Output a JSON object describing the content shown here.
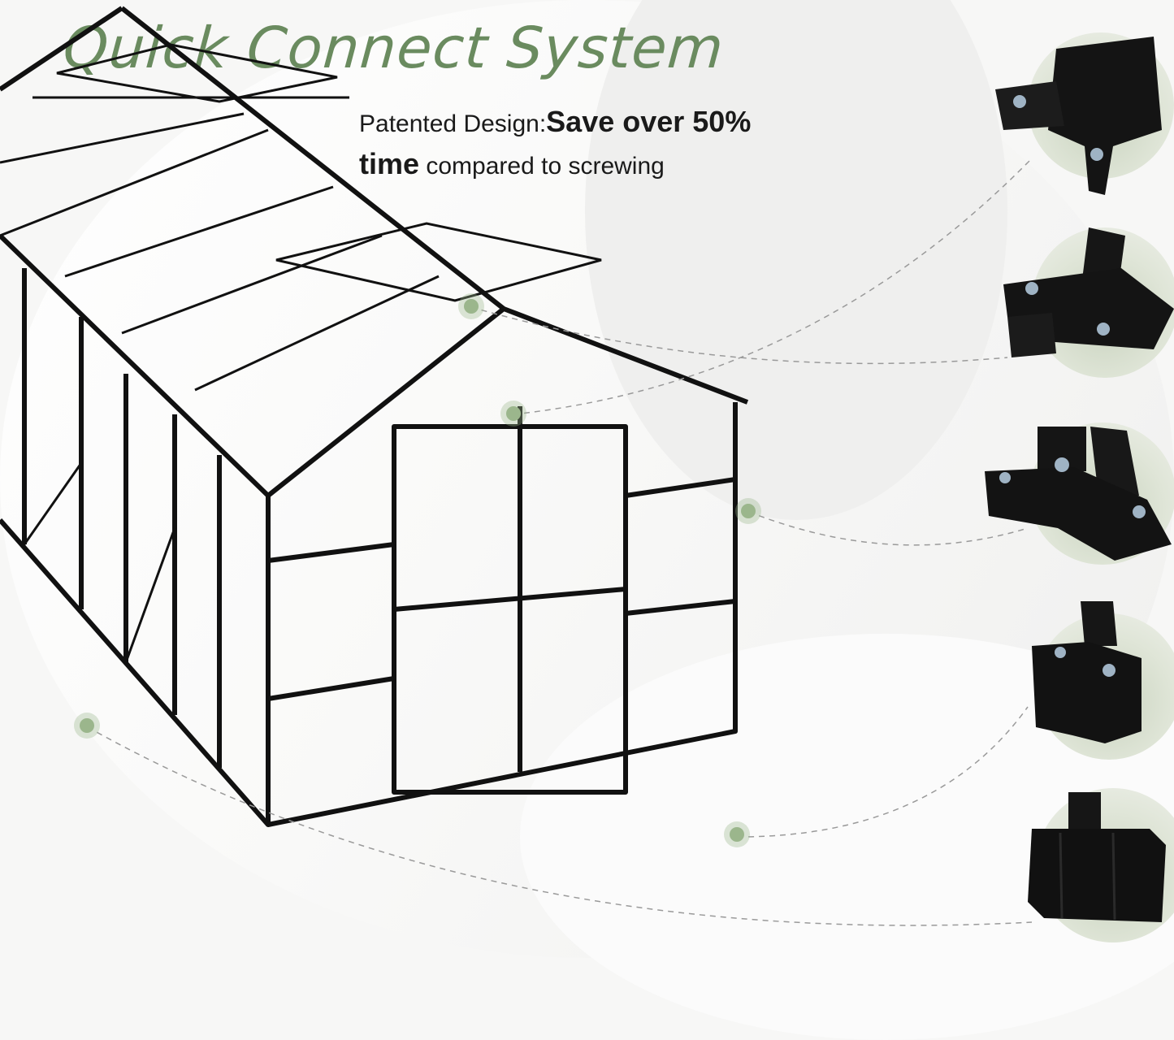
{
  "title": "Quick Connect System",
  "subtitle": {
    "line1_light": "Patented Design:",
    "line1_bold": "Save over 50%",
    "line2_bold": "time",
    "line2_light": " compared to screwing"
  },
  "colors": {
    "title": "#6a8b5f",
    "marker": "#9bb68c",
    "connector_bg": "#dfe5d7",
    "frame": "#111111",
    "dashed_line": "#9a9a9a"
  },
  "product": {
    "name": "greenhouse-frame",
    "connectors": [
      {
        "id": "connector-1",
        "type": "ridge-corner-bracket"
      },
      {
        "id": "connector-2",
        "type": "cross-roof-joint"
      },
      {
        "id": "connector-3",
        "type": "eave-corner-joint"
      },
      {
        "id": "connector-4",
        "type": "side-tee-joint"
      },
      {
        "id": "connector-5",
        "type": "base-tee-joint"
      }
    ]
  }
}
